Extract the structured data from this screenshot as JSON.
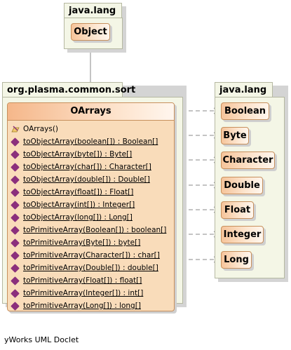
{
  "packages": {
    "top": {
      "name": "java.lang",
      "classes": [
        "Object"
      ]
    },
    "sort": {
      "name": "org.plasma.common.sort"
    },
    "right": {
      "name": "java.lang",
      "classes": [
        "Boolean",
        "Byte",
        "Character",
        "Double",
        "Float",
        "Integer",
        "Long"
      ]
    }
  },
  "main_class": {
    "name": "OArrays",
    "constructor": "OArrays()",
    "methods": [
      "toObjectArray(boolean[]) : Boolean[]",
      "toObjectArray(byte[]) : Byte[]",
      "toObjectArray(char[]) : Character[]",
      "toObjectArray(double[]) : Double[]",
      "toObjectArray(float[]) : Float[]",
      "toObjectArray(int[]) : Integer[]",
      "toObjectArray(long[]) : Long[]",
      "toPrimitiveArray(Boolean[]) : boolean[]",
      "toPrimitiveArray(Byte[]) : byte[]",
      "toPrimitiveArray(Character[]) : char[]",
      "toPrimitiveArray(Double[]) : double[]",
      "toPrimitiveArray(Float[]) : float[]",
      "toPrimitiveArray(Integer[]) : int[]",
      "toPrimitiveArray(Long[]) : long[]"
    ]
  },
  "footer": "yWorks UML Doclet",
  "colors": {
    "method_icon": "#8b2f7c",
    "class_border": "#c7905d",
    "package_fill": "#f4f6e6"
  }
}
